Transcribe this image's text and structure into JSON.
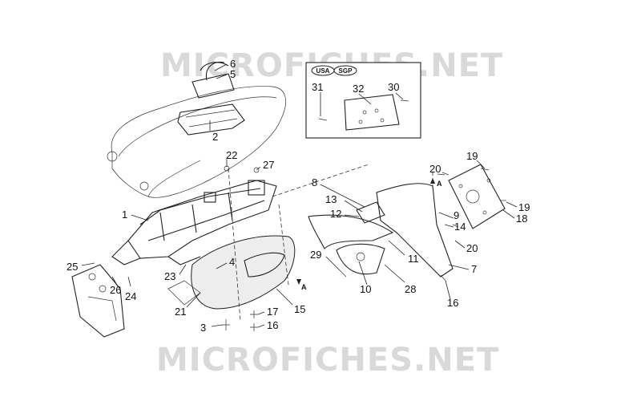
{
  "watermark": {
    "top_text": "MICROFICHES.NET",
    "bottom_text": "MICROFICHES.NET"
  },
  "inset": {
    "badge_usa": "USA",
    "badge_sgp": "SGP",
    "labels": [
      "31",
      "32",
      "30"
    ]
  },
  "callouts": {
    "n1": "1",
    "n2": "2",
    "n3": "3",
    "n4": "4",
    "n5": "5",
    "n6": "6",
    "n7": "7",
    "n8": "8",
    "n9": "9",
    "n10": "10",
    "n11": "11",
    "n12": "12",
    "n13": "13",
    "n14": "14",
    "n15": "15",
    "n16a": "16",
    "n16b": "16",
    "n17": "17",
    "n18": "18",
    "n19a": "19",
    "n19b": "19",
    "n20a": "20",
    "n20b": "20",
    "n21": "21",
    "n22": "22",
    "n23": "23",
    "n24": "24",
    "n25": "25",
    "n26": "26",
    "n27": "27",
    "n28": "28",
    "n29": "29"
  },
  "section_marks": {
    "a1": "A",
    "a2": "A"
  }
}
